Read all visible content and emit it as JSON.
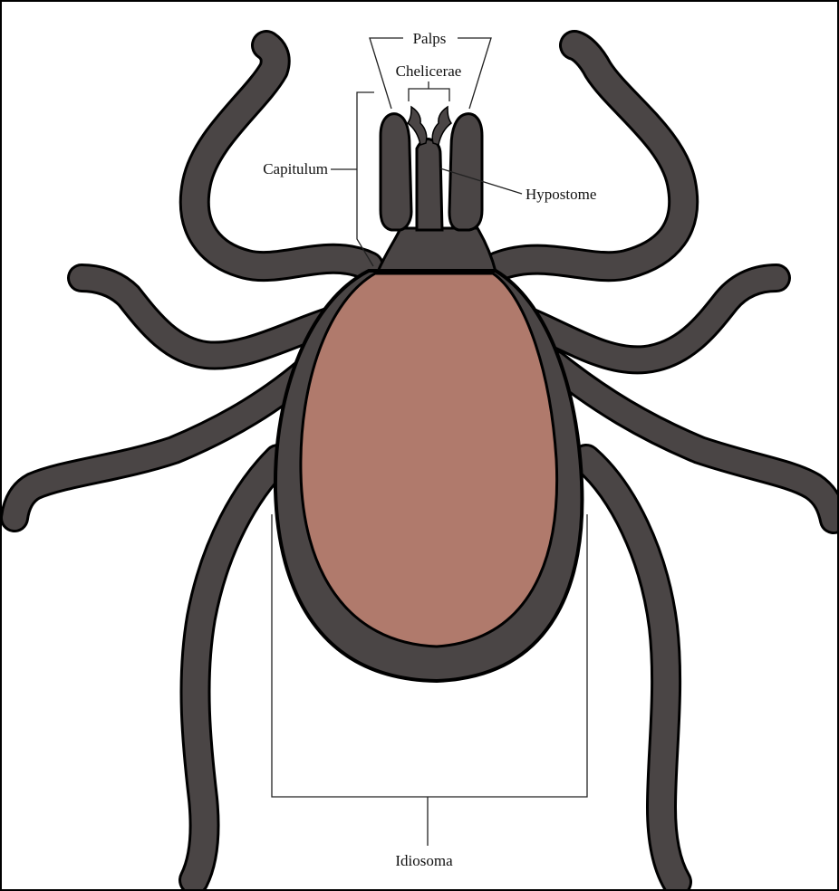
{
  "diagram": {
    "labels": {
      "palps": "Palps",
      "chelicerae": "Chelicerae",
      "capitulum": "Capitulum",
      "hypostome": "Hypostome",
      "idiosoma": "Idiosoma"
    },
    "colors": {
      "body_dark": "#4a4545",
      "scutum": "#b07a6c",
      "outline": "#000000",
      "background": "#ffffff"
    }
  }
}
